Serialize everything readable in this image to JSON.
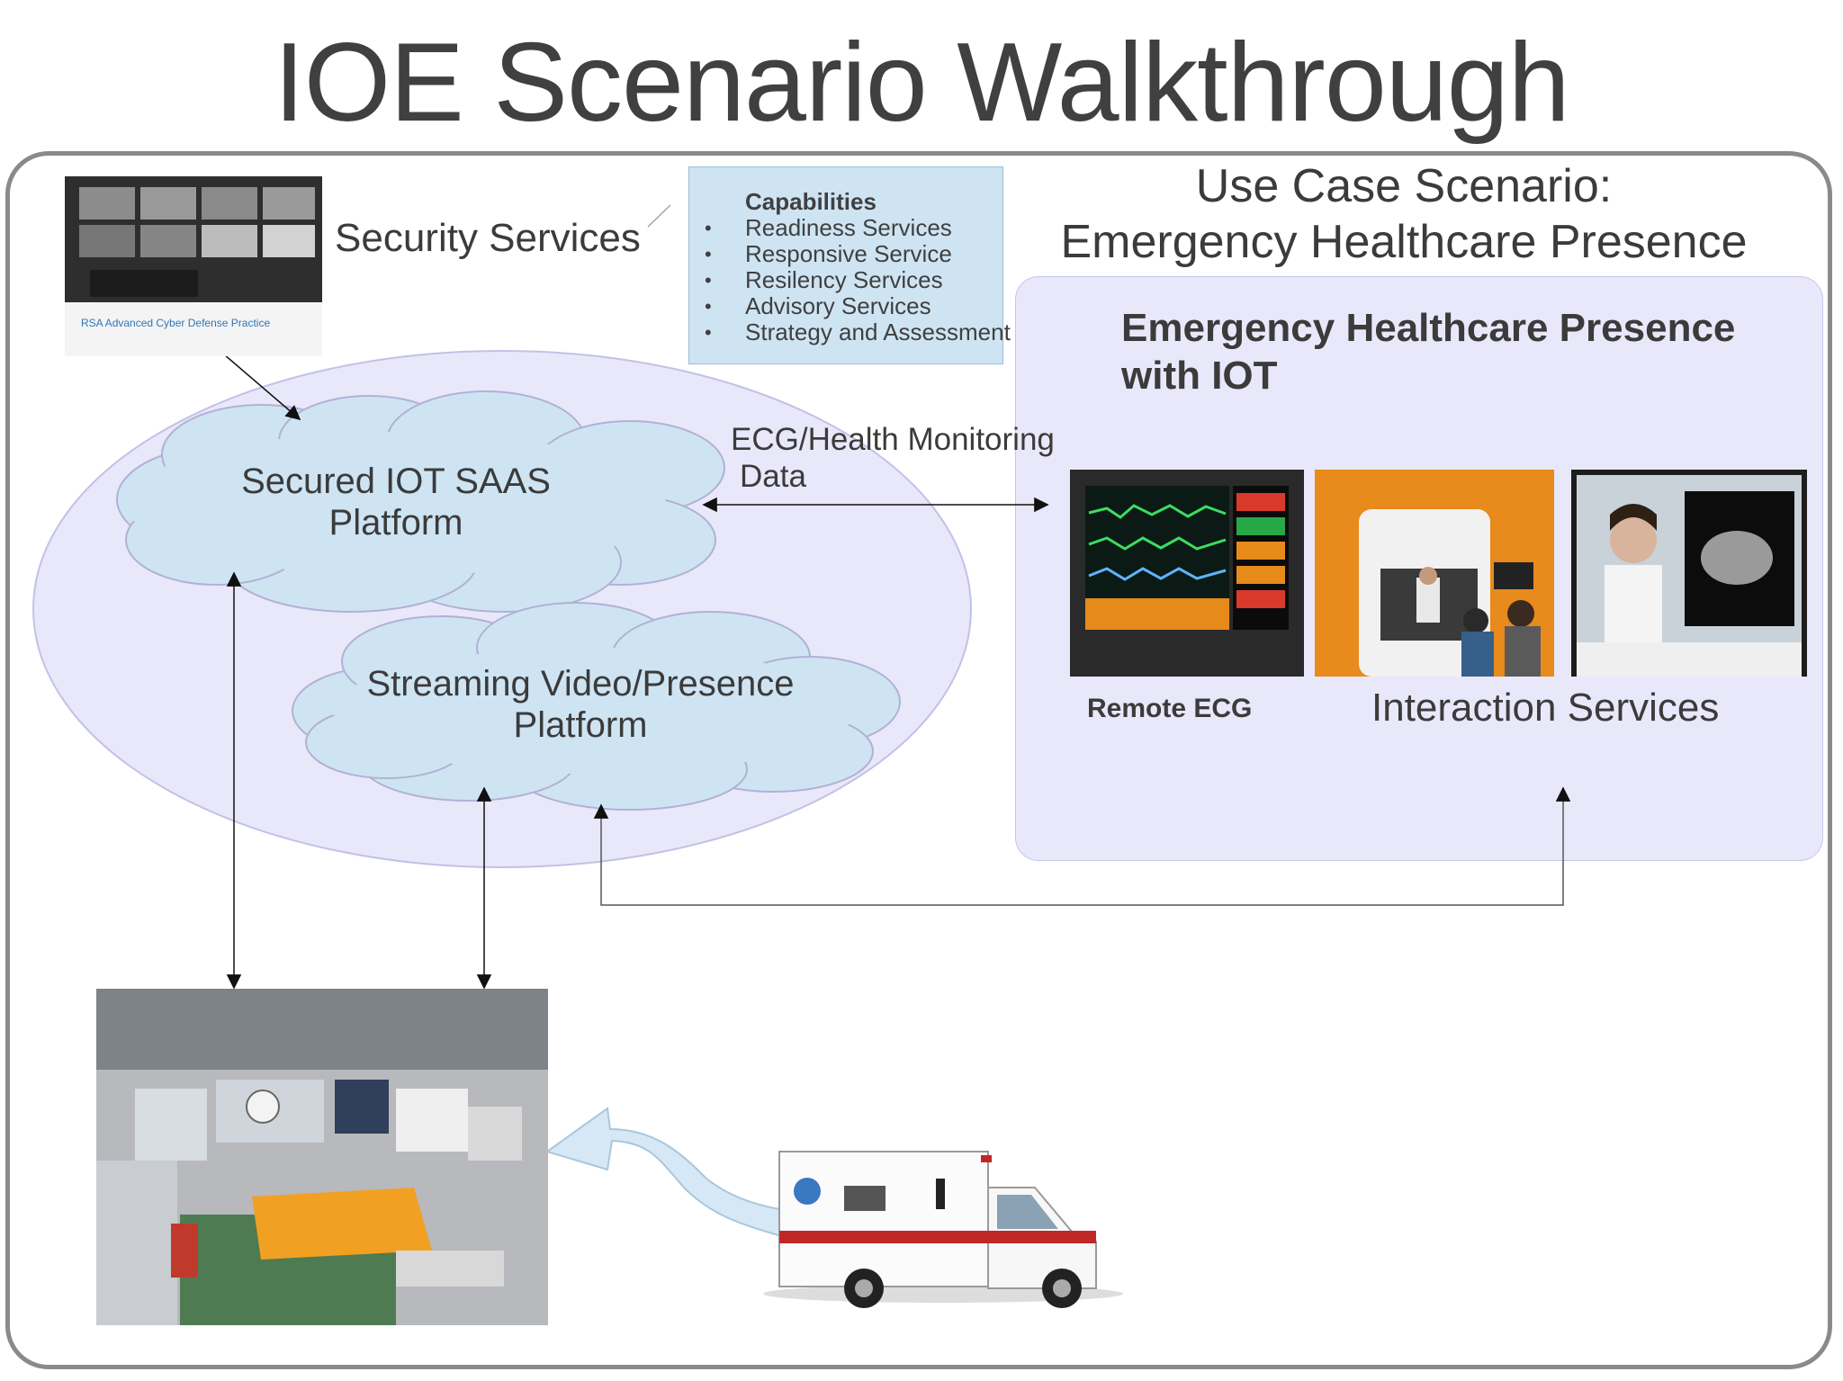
{
  "title": "IOE Scenario Walkthrough",
  "security": {
    "label": "Security Services",
    "rsa_caption": "RSA Advanced Cyber Defense Practice"
  },
  "capabilities": {
    "title": "Capabilities",
    "items": [
      "Readiness Services",
      "Responsive Service",
      "Resilency Services",
      "Advisory Services",
      "Strategy and Assessment"
    ]
  },
  "use_case": {
    "heading_line1": "Use Case Scenario:",
    "heading_line2": "Emergency Healthcare Presence"
  },
  "panel": {
    "title_line1": "Emergency Healthcare Presence",
    "title_line2": "with IOT",
    "remote_ecg": "Remote ECG",
    "interaction": "Interaction Services"
  },
  "clouds": {
    "saas_line1": "Secured IOT SAAS",
    "saas_line2": "Platform",
    "video_line1": "Streaming Video/Presence",
    "video_line2": "Platform"
  },
  "ecg_link": {
    "line1": "ECG/Health Monitoring",
    "line2": "Data"
  },
  "colors": {
    "ellipse": "#e9e8fb",
    "cloud": "#cfe4f3",
    "panel": "#e9e8fb",
    "capabilities_box": "#cfe4f3",
    "frame_border": "#8a8a8a"
  }
}
